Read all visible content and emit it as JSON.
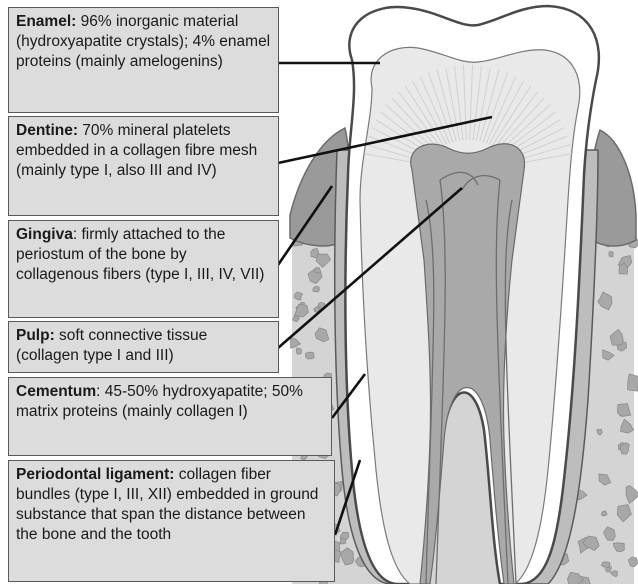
{
  "labels": [
    {
      "term": "Enamel:",
      "text": " 96% inorganic material (hydroxyapatite crystals); 4% enamel proteins (mainly amelogenins)"
    },
    {
      "term": "Dentine:",
      "text": " 70% mineral platelets embedded in a collagen fibre mesh (mainly type I, also III and IV)"
    },
    {
      "term": "Gingiva",
      "text": ": firmly attached to the periostum of the bone by collagenous fibers (type I, III, IV, VII)"
    },
    {
      "term": "Pulp:",
      "text": " soft connective tissue (collagen type I and III)"
    },
    {
      "term": "Cementum",
      "text": ": 45-50% hydroxyapatite; 50% matrix proteins (mainly collagen I)"
    },
    {
      "term": "Periodontal ligament:",
      "text": " collagen fiber bundles (type I, III, XII) embedded in ground substance that span the distance between the bone and the tooth"
    }
  ],
  "colors": {
    "box_fill": "#dcdcdc",
    "box_border": "#5a5a5a",
    "enamel": "#ffffff",
    "dentine": "#e9e9e9",
    "pulp": "#a9a9a9",
    "gum": "#9a9a9a",
    "bone": "#d4d4d4",
    "leader_line": "#111111"
  }
}
